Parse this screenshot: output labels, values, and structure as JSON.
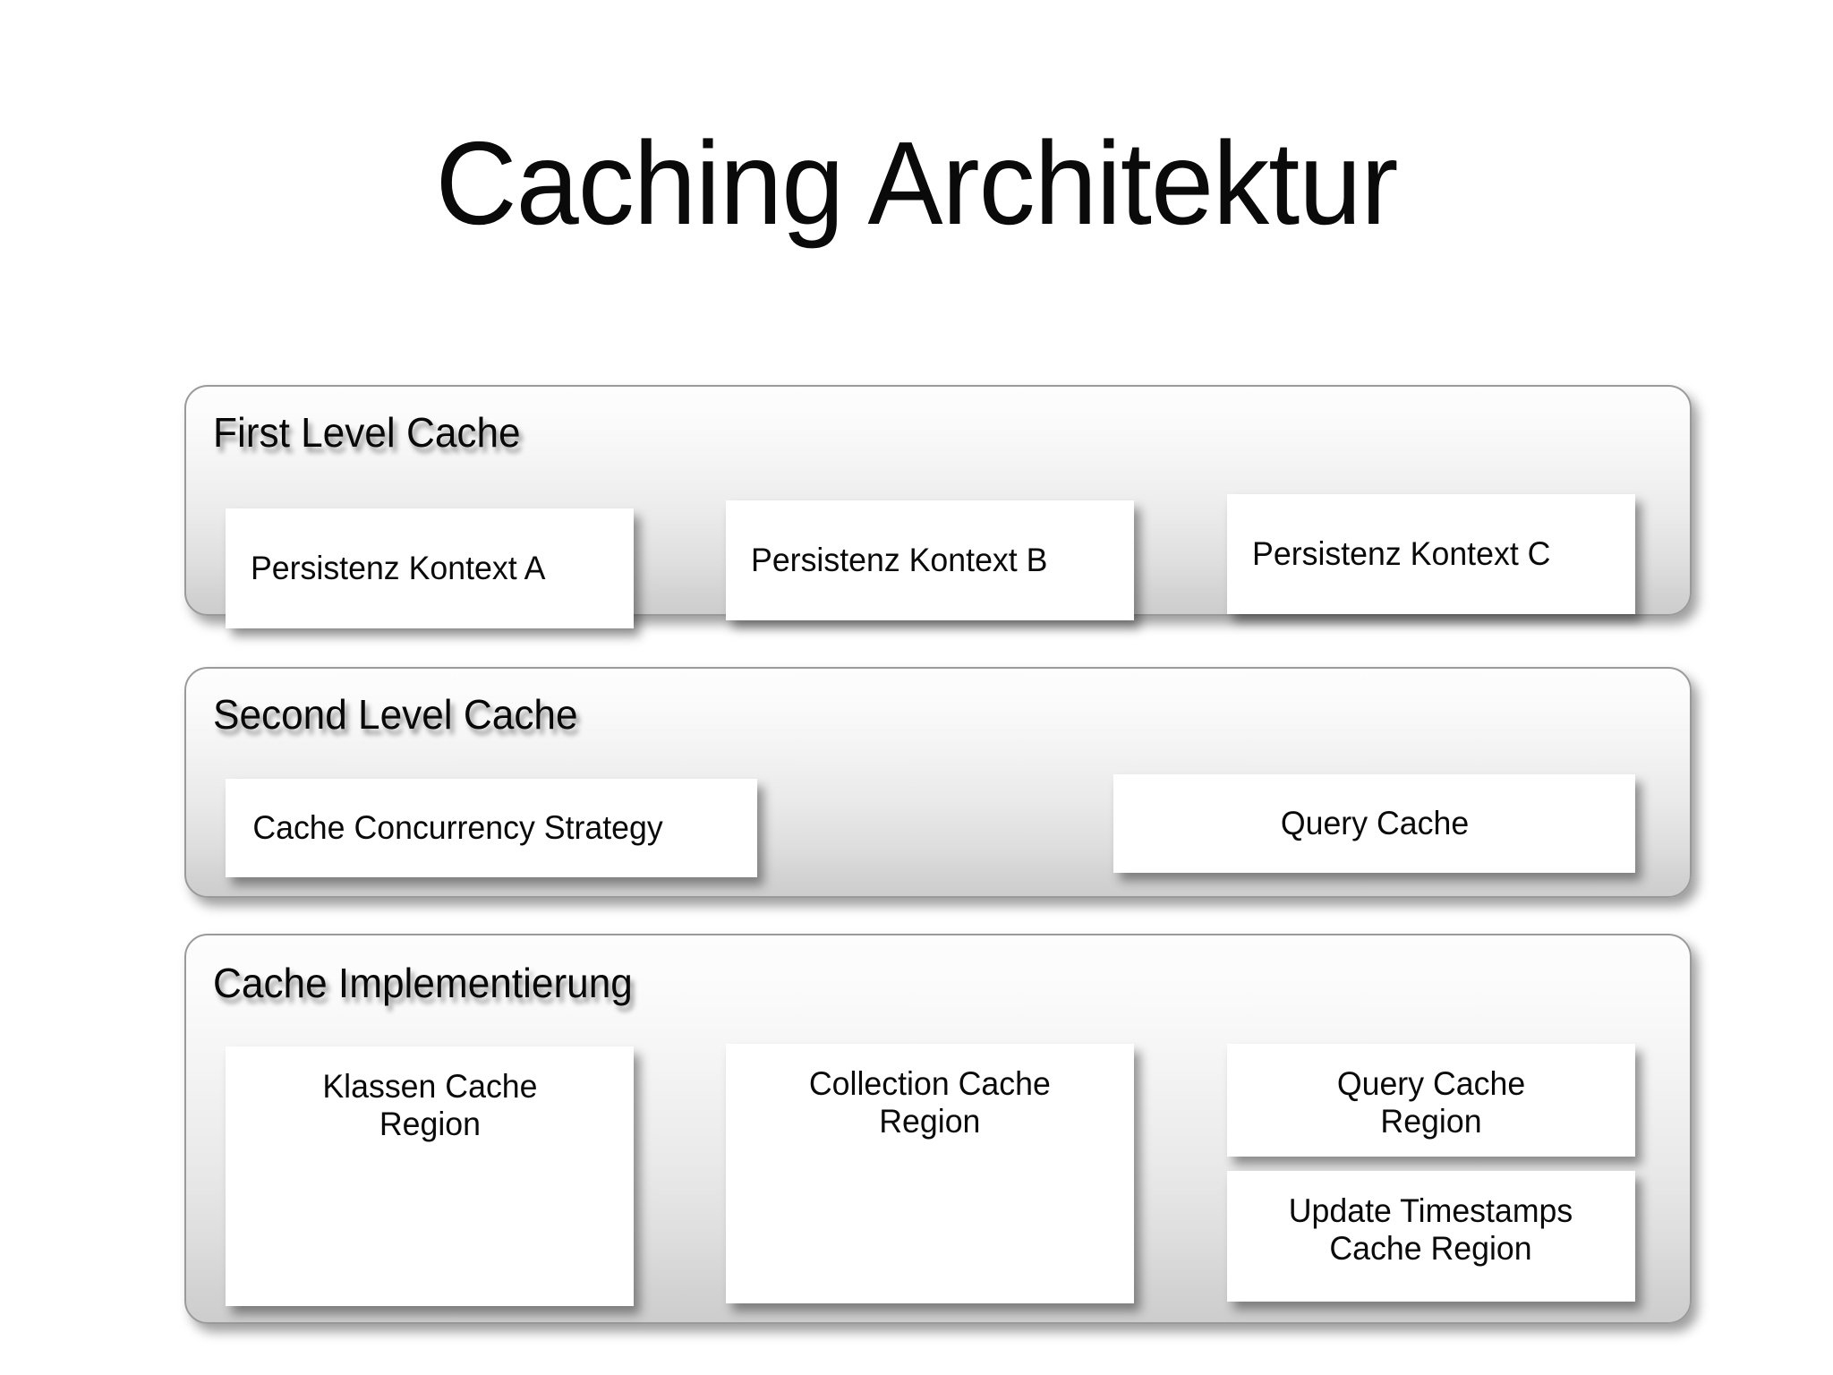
{
  "slide": {
    "title": "Caching Architektur",
    "background_color": "#ffffff",
    "text_color": "#0a0a0a",
    "panel_border_color": "#9a9a9a",
    "card_background_color": "#ffffff"
  },
  "panels": [
    {
      "id": "first-level-cache",
      "title": "First Level Cache",
      "cards": [
        {
          "id": "persistenz-kontext-a",
          "label": "Persistenz Kontext A",
          "align": "left"
        },
        {
          "id": "persistenz-kontext-b",
          "label": "Persistenz Kontext B",
          "align": "left"
        },
        {
          "id": "persistenz-kontext-c",
          "label": "Persistenz Kontext C",
          "align": "left"
        }
      ]
    },
    {
      "id": "second-level-cache",
      "title": "Second Level Cache",
      "cards": [
        {
          "id": "cache-concurrency-strategy",
          "label": "Cache Concurrency Strategy",
          "align": "left"
        },
        {
          "id": "query-cache",
          "label": "Query Cache",
          "align": "center"
        }
      ]
    },
    {
      "id": "cache-implementierung",
      "title": "Cache Implementierung",
      "cards": [
        {
          "id": "klassen-cache-region",
          "label": "Klassen Cache\nRegion",
          "align": "center"
        },
        {
          "id": "collection-cache-region",
          "label": "Collection Cache\nRegion",
          "align": "center"
        },
        {
          "id": "query-cache-region",
          "label": "Query Cache\nRegion",
          "align": "center"
        },
        {
          "id": "update-timestamps-cache-region",
          "label": "Update Timestamps\nCache Region",
          "align": "center"
        }
      ]
    }
  ]
}
